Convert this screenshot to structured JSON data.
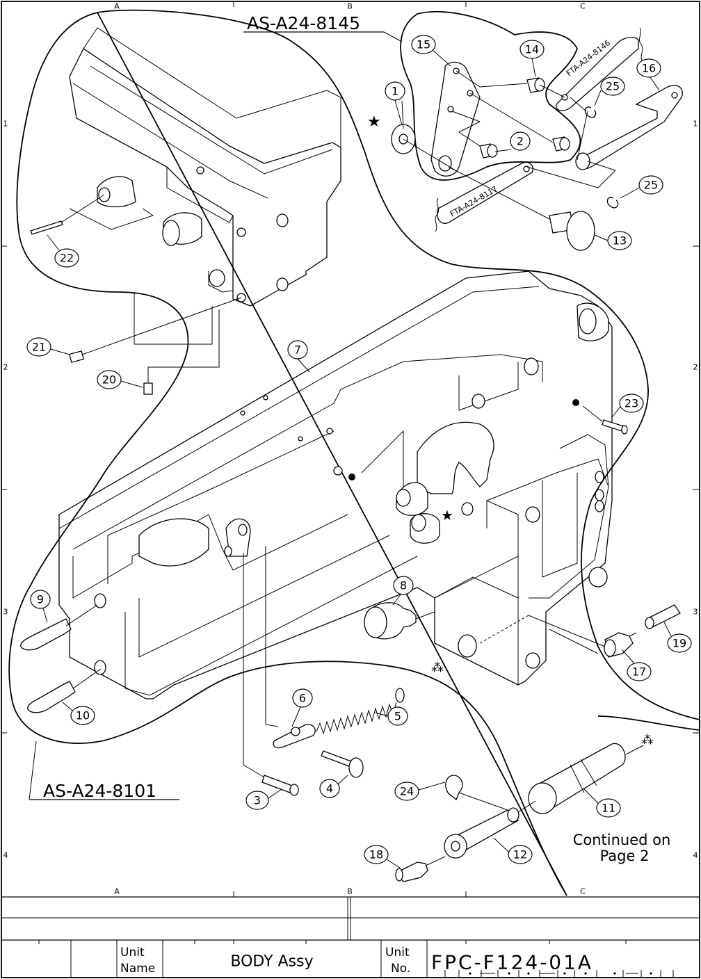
{
  "grid": {
    "columns_top": [
      "A",
      "B",
      "C"
    ],
    "columns_bottom": [
      "A",
      "B",
      "C"
    ],
    "rows_left": [
      "1",
      "2",
      "3",
      "4"
    ],
    "rows_right": [
      "1",
      "2",
      "3",
      "4"
    ]
  },
  "assemblies": {
    "upper": "AS-A24-8145",
    "lower": "AS-A24-8101"
  },
  "references": {
    "ref_8146": "FTA-A24-8146",
    "ref_8117": "FTA-A24-8117"
  },
  "callouts": [
    "1",
    "2",
    "3",
    "4",
    "5",
    "6",
    "7",
    "8",
    "9",
    "10",
    "11",
    "12",
    "13",
    "14",
    "15",
    "16",
    "17",
    "18",
    "19",
    "20",
    "21",
    "22",
    "23",
    "24",
    "25",
    "25"
  ],
  "note": {
    "line1": "Continued on",
    "line2": "Page 2"
  },
  "title_block": {
    "unit_name_label_1": "Unit",
    "unit_name_label_2": "Name",
    "unit_name_value": "BODY Assy",
    "unit_no_label_1": "Unit",
    "unit_no_label_2": "No.",
    "unit_no_value": "FPC-F124-01A"
  }
}
